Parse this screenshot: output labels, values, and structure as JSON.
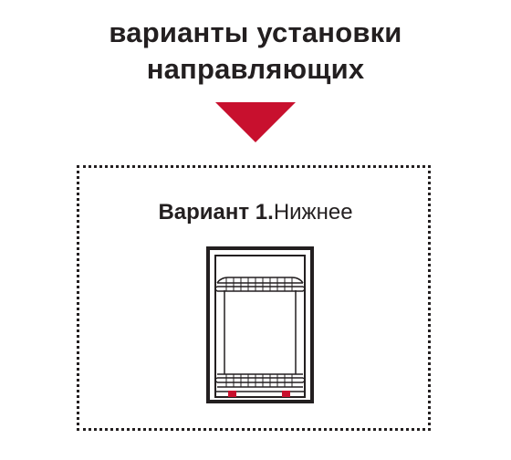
{
  "title": {
    "line1": "варианты установки",
    "line2": "направляющих"
  },
  "variant": {
    "label_bold": "Вариант 1.",
    "label_regular": "Нижнее"
  },
  "colors": {
    "accent": "#c8102e",
    "ink": "#231f20"
  },
  "icons": {
    "arrow": "arrow-down-icon",
    "cabinet": "cabinet-basket-bottom-mount-icon"
  }
}
